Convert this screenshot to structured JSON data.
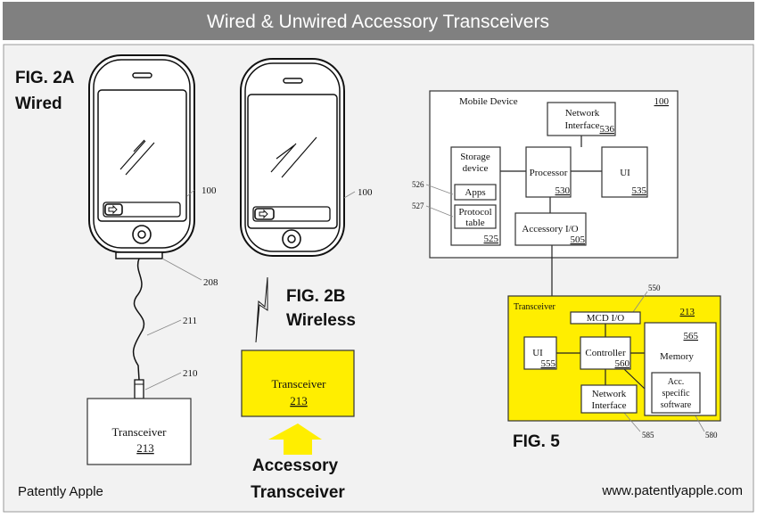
{
  "title": "Wired & Unwired Accessory Transceivers",
  "colors": {
    "title_bar": "#808080",
    "highlight": "#ffee00",
    "panel": "#f2f2f2"
  },
  "fig2a": {
    "label": "FIG. 2A",
    "sublabel": "Wired",
    "device_ref": "100",
    "connector_ref": "208",
    "cable_ref": "211",
    "plug_ref": "210",
    "box_label": "Transceiver",
    "box_ref": "213"
  },
  "fig2b": {
    "label": "FIG. 2B",
    "sublabel": "Wireless",
    "device_ref": "100",
    "box_label": "Transceiver",
    "box_ref": "213",
    "callout_line1": "Accessory",
    "callout_line2": "Transceiver"
  },
  "fig5": {
    "label": "FIG. 5",
    "mobile_device": {
      "label": "Mobile Device",
      "ref": "100",
      "network_interface": {
        "line1": "Network",
        "line2": "Interface",
        "ref": "536"
      },
      "storage": {
        "line1": "Storage",
        "line2": "device",
        "ref": "525"
      },
      "apps": {
        "label": "Apps",
        "ref": "526"
      },
      "protocol": {
        "line1": "Protocol",
        "line2": "table",
        "ref": "527"
      },
      "processor": {
        "label": "Processor",
        "ref": "530"
      },
      "ui": {
        "label": "UI",
        "ref": "535"
      },
      "accessory_io": {
        "label": "Accessory I/O",
        "ref": "505"
      }
    },
    "transceiver": {
      "label": "Transceiver",
      "ref": "213",
      "mcd_io": {
        "label": "MCD I/O",
        "ref": "550"
      },
      "ui": {
        "label": "UI",
        "ref": "555"
      },
      "controller": {
        "label": "Controller",
        "ref": "560"
      },
      "memory": {
        "label": "Memory",
        "ref": "565"
      },
      "acc_software": {
        "line1": "Acc.",
        "line2": "specific",
        "line3": "software",
        "ref": "580"
      },
      "network_interface": {
        "line1": "Network",
        "line2": "Interface",
        "ref": "585"
      }
    }
  },
  "footer": {
    "brand": "Patently Apple",
    "url": "www.patentlyapple.com"
  }
}
